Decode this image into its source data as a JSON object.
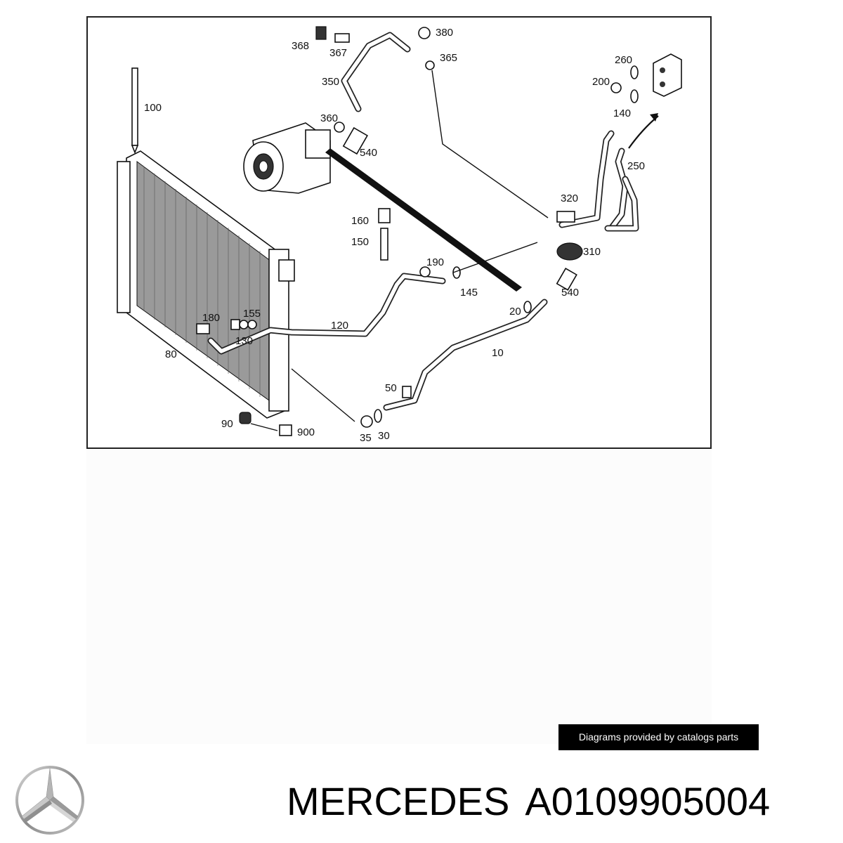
{
  "diagram": {
    "callouts": [
      "368",
      "367",
      "380",
      "365",
      "350",
      "360",
      "540",
      "100",
      "260",
      "200",
      "140",
      "250",
      "320",
      "160",
      "150",
      "310",
      "190",
      "145",
      "540",
      "20",
      "180",
      "155",
      "130",
      "120",
      "10",
      "80",
      "50",
      "90",
      "900",
      "35",
      "30"
    ]
  },
  "credit": {
    "text": "Diagrams provided by catalogs parts"
  },
  "brand": {
    "name": "MERCEDES",
    "part_number": "A0109905004",
    "logo_icon": "mercedes-star-icon"
  },
  "colors": {
    "badge_bg": "#000000",
    "badge_text": "#ffffff",
    "frame": "#222222"
  }
}
